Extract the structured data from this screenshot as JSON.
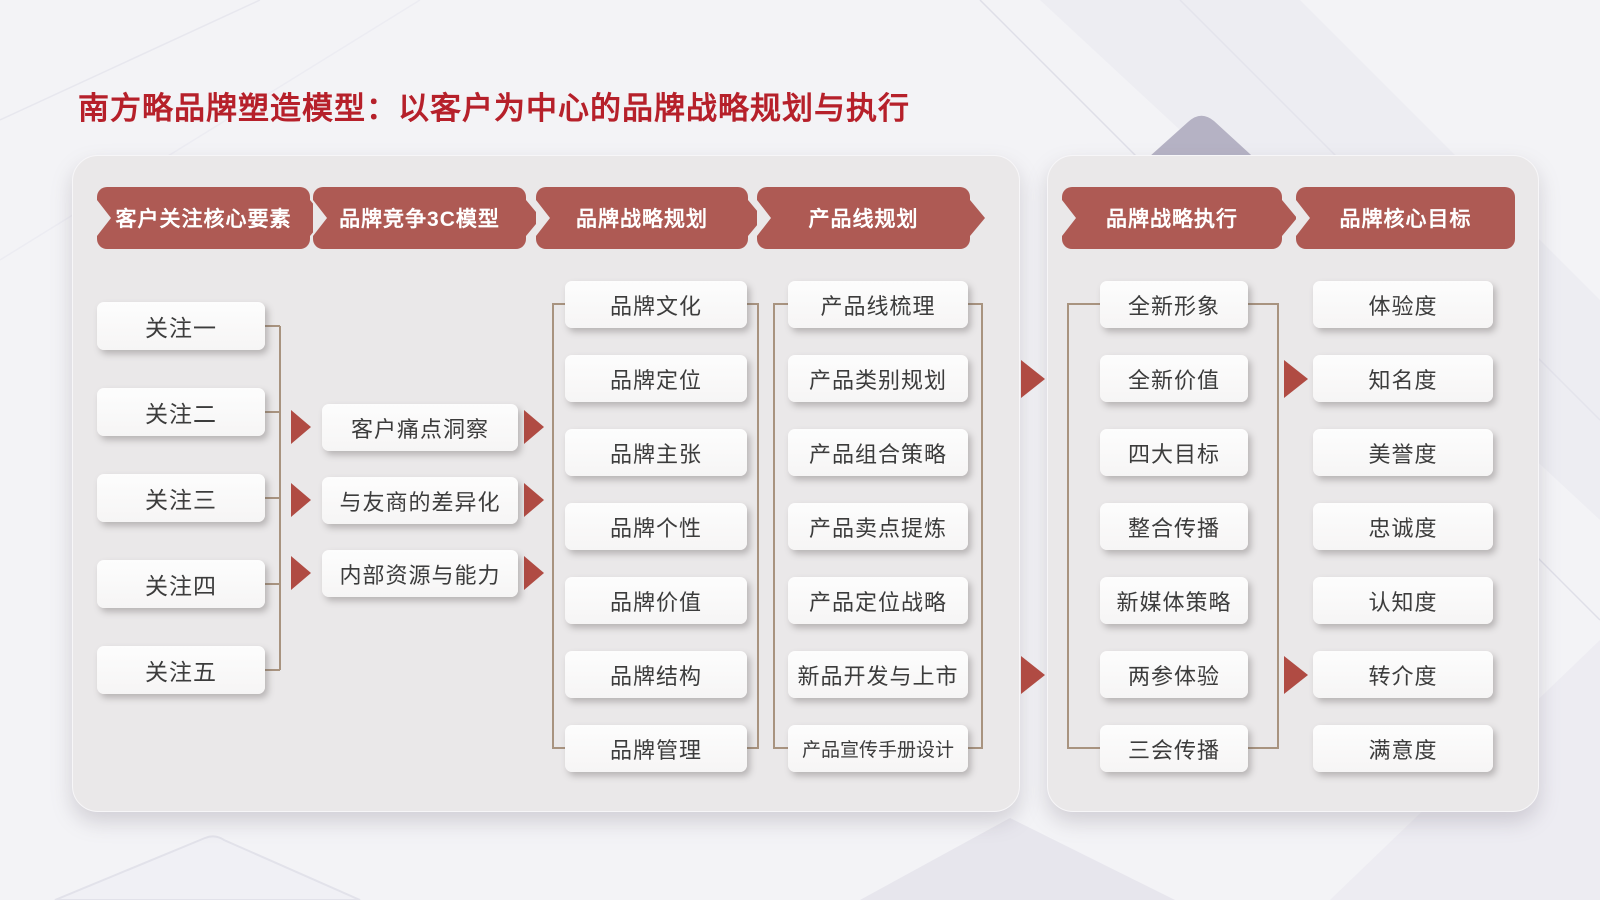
{
  "title": "南方略品牌塑造模型：以客户为中心的品牌战略规划与执行",
  "theme": {
    "banner": "#ae5a54",
    "title-red": "#b6202a",
    "arrow": "#b04b43",
    "line": "#a8937f",
    "panel": "#eae8e9",
    "box-bg": "#fbfafa",
    "box-text": "#3c3c3c",
    "page-bg": "#f3f3f6"
  },
  "left_panel": {
    "headers": [
      "客户关注核心要素",
      "品牌竞争3C模型",
      "品牌战略规划",
      "产品线规划"
    ],
    "customer_focus_items": [
      "关注一",
      "关注二",
      "关注三",
      "关注四",
      "关注五"
    ],
    "analysis_items": [
      "客户痛点洞察",
      "与友商的差异化",
      "内部资源与能力"
    ],
    "brand_strategy_items": [
      "品牌文化",
      "品牌定位",
      "品牌主张",
      "品牌个性",
      "品牌价值",
      "品牌结构",
      "品牌管理"
    ],
    "product_line_items": [
      "产品线梳理",
      "产品类别规划",
      "产品组合策略",
      "产品卖点提炼",
      "产品定位战略",
      "新品开发与上市",
      "产品宣传手册设计"
    ]
  },
  "right_panel": {
    "headers": [
      "品牌战略执行",
      "品牌核心目标"
    ],
    "execution_items": [
      "全新形象",
      "全新价值",
      "四大目标",
      "整合传播",
      "新媒体策略",
      "两参体验",
      "三会传播"
    ],
    "goal_items": [
      "体验度",
      "知名度",
      "美誉度",
      "忠诚度",
      "认知度",
      "转介度",
      "满意度"
    ]
  }
}
